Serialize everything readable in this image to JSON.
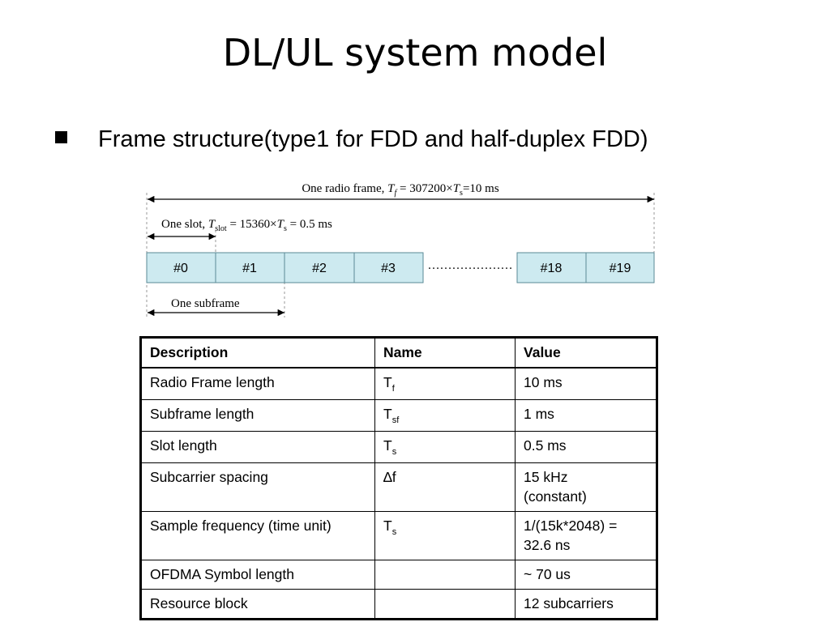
{
  "slide": {
    "title": "DL/UL system model",
    "bullet": "Frame structure(type1 for FDD and half-duplex FDD)"
  },
  "diagram": {
    "radio_frame": {
      "prefix": "One radio frame, ",
      "sym": "T",
      "sym_sub": "f",
      "mid": " = 307200×",
      "sym2": "T",
      "sym2_sub": "s",
      "suffix": "=10 ms"
    },
    "slot": {
      "prefix": "One slot, ",
      "sym": "T",
      "sym_sub": "slot",
      "mid": " = 15360×",
      "sym2": "T",
      "sym2_sub": "s",
      "suffix": " = 0.5 ms"
    },
    "subframe_label": "One subframe",
    "slots": [
      "#0",
      "#1",
      "#2",
      "#3",
      "#18",
      "#19"
    ],
    "ellipsis": "…………………",
    "colors": {
      "slot_fill": "#cdeaf0",
      "slot_border": "#5a8a96",
      "guide": "#9a9a9a"
    }
  },
  "table": {
    "headers": [
      "Description",
      "Name",
      "Value"
    ],
    "rows": [
      {
        "description": "Radio Frame length",
        "name": "T",
        "name_sub": "f",
        "value": [
          "10 ms"
        ]
      },
      {
        "description": "Subframe length",
        "name": "T",
        "name_sub": "sf",
        "value": [
          "1 ms"
        ]
      },
      {
        "description": "Slot length",
        "name": "T",
        "name_sub": "s",
        "value": [
          "0.5 ms"
        ]
      },
      {
        "description": "Subcarrier spacing",
        "name": "∆f",
        "name_sub": "",
        "value": [
          "15 kHz",
          "(constant)"
        ]
      },
      {
        "description": "Sample frequency (time unit)",
        "name": "T",
        "name_sub": "s",
        "value": [
          "1/(15k*2048) =",
          "32.6 ns"
        ]
      },
      {
        "description": "OFDMA Symbol length",
        "name": "",
        "name_sub": "",
        "value": [
          "~ 70 us"
        ]
      },
      {
        "description": "Resource block",
        "name": "",
        "name_sub": "",
        "value": [
          "12 subcarriers"
        ]
      }
    ]
  }
}
